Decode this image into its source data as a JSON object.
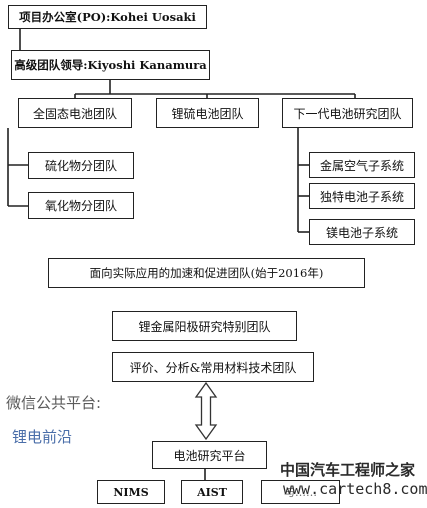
{
  "nodes": {
    "project_office": "项目办公室(PO):Kohei Uosaki",
    "team_leader": "高级团队领导:Kiyoshi Kanamura",
    "all_solid_state": "全固态电池团队",
    "lithium_sulfur": "锂硫电池团队",
    "next_gen": "下一代电池研究团队",
    "sulfide_sub": "硫化物分团队",
    "oxide_sub": "氧化物分团队",
    "metal_air": "金属空气子系统",
    "unique_battery": "独特电池子系统",
    "magnesium_battery": "镁电池子系统",
    "acceleration": "面向实际应用的加速和促进团队(始于2016年)",
    "li_metal_anode": "锂金属阳极研究特别团队",
    "evaluation": "评价、分析&常用材料技术团队",
    "research_platform": "电池研究平台",
    "nims": "NIMS",
    "aist": "AIST",
    "third_partner": "与……"
  },
  "watermark": {
    "wechat_label": "微信公共平台:",
    "wechat_name": "锂电前沿",
    "site_name": "中国汽车工程师之家",
    "site_url": "www.cartech8.com"
  }
}
